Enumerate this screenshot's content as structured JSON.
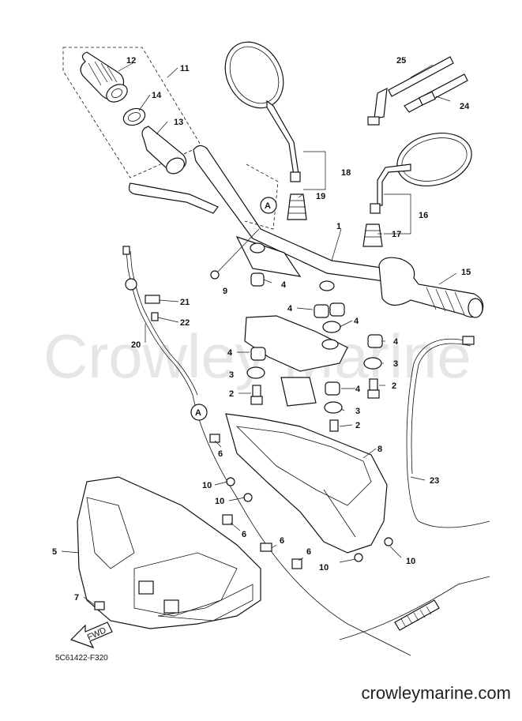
{
  "watermark": "Crowley Marine",
  "site_url": "crowleymarine.com",
  "diagram_code": "5C61422-F320",
  "direction_label": "FWD",
  "reference_label": "A",
  "part_numbers": {
    "p1": "1",
    "p2": "2",
    "p3": "3",
    "p4": "4",
    "p5": "5",
    "p6": "6",
    "p7": "7",
    "p8": "8",
    "p9": "9",
    "p10": "10",
    "p11": "11",
    "p12": "12",
    "p13": "13",
    "p14": "14",
    "p15": "15",
    "p16": "16",
    "p17": "17",
    "p18": "18",
    "p19": "19",
    "p20": "20",
    "p21": "21",
    "p22": "22",
    "p23": "23",
    "p24": "24",
    "p25": "25"
  }
}
